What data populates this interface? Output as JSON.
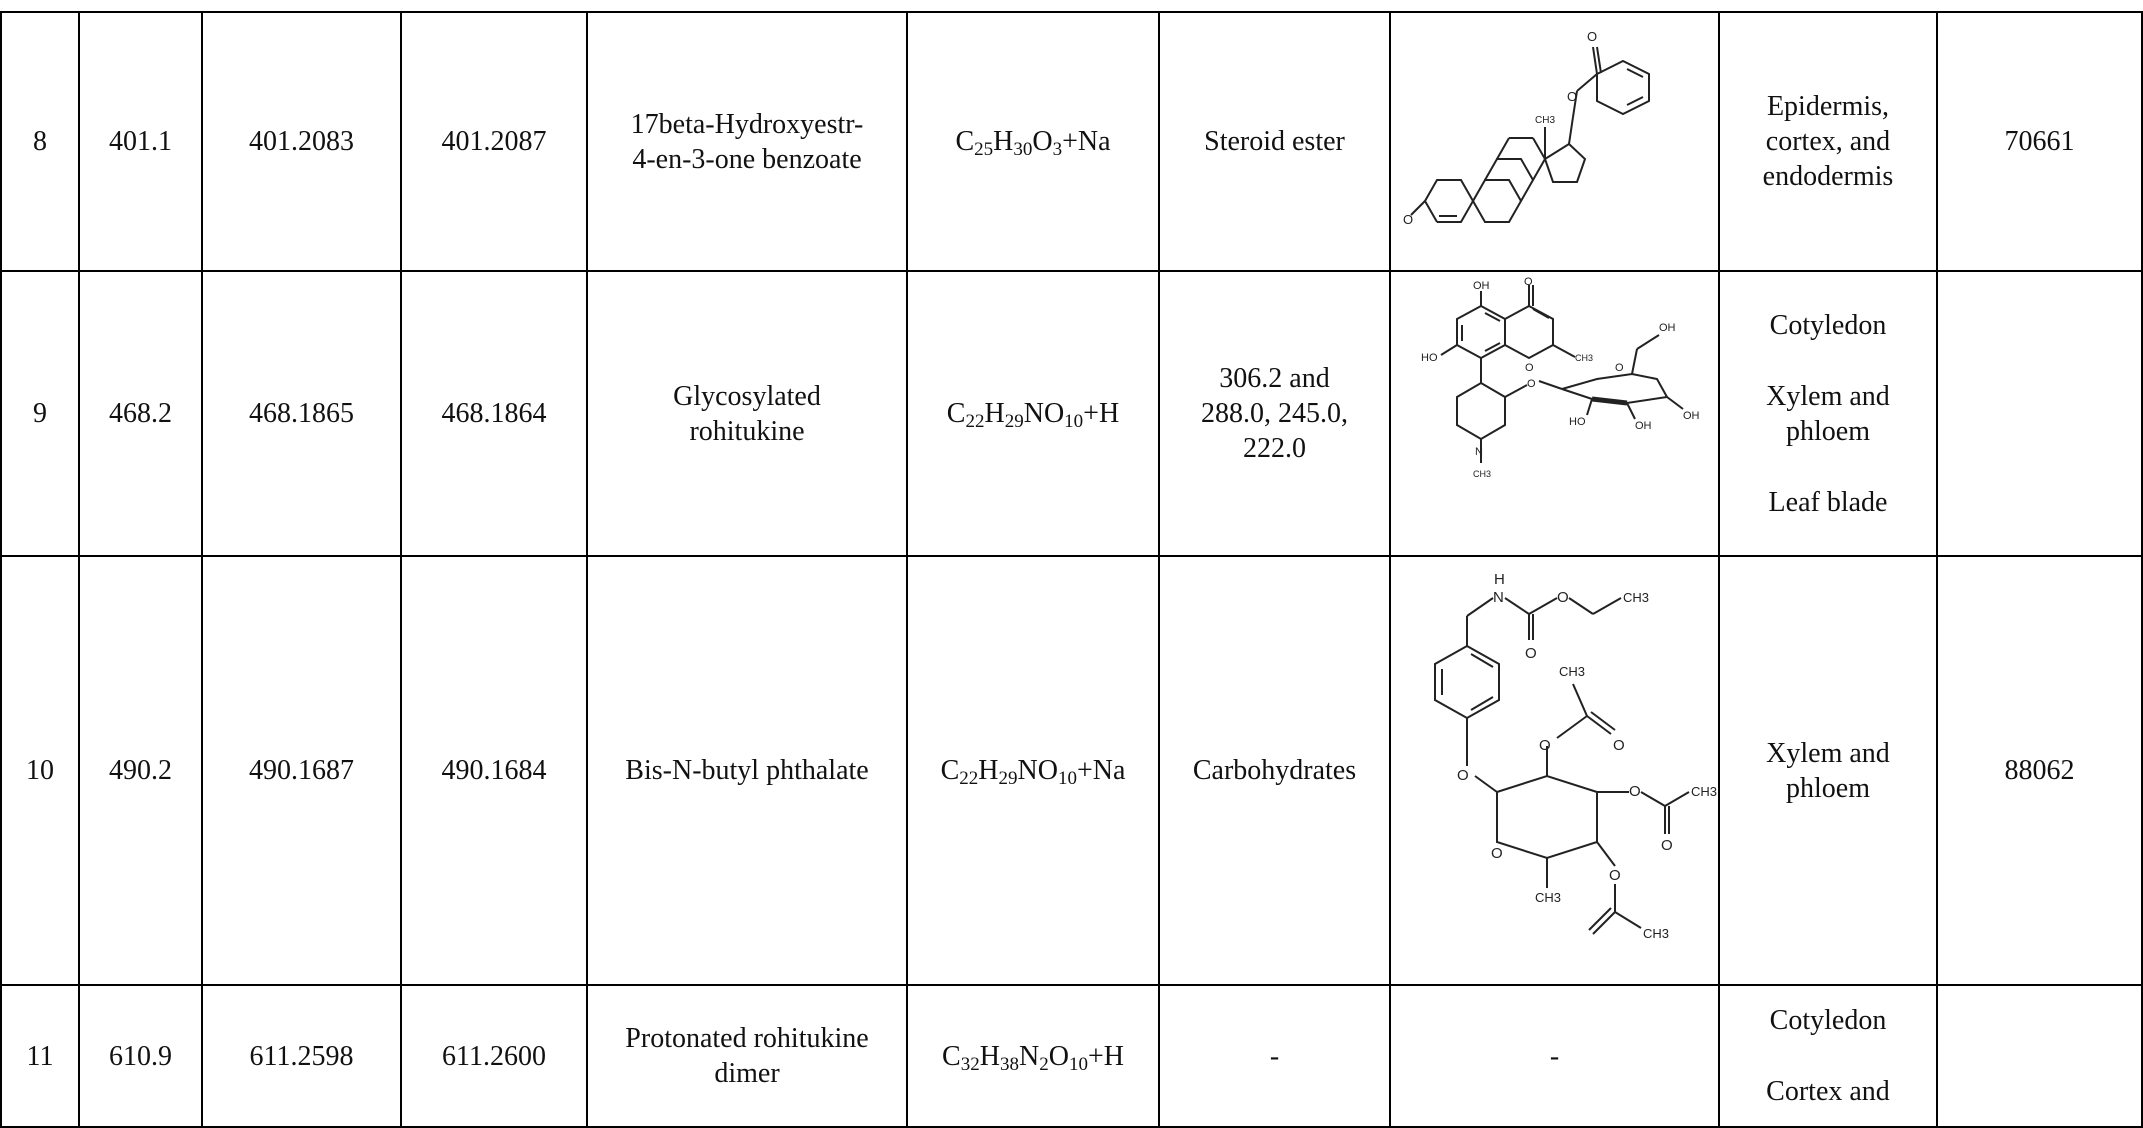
{
  "rows": [
    {
      "no": "8",
      "observed_mz": "401.1",
      "calc_mz": "401.2083",
      "exact_mz": "401.2087",
      "compound": [
        "17beta-Hydroxyestr-",
        "4-en-3-one benzoate"
      ],
      "formula": [
        {
          "t": "C"
        },
        {
          "t": "25",
          "sub": true
        },
        {
          "t": "H"
        },
        {
          "t": "30",
          "sub": true
        },
        {
          "t": "O"
        },
        {
          "t": "3",
          "sub": true
        },
        {
          "t": "+Na"
        }
      ],
      "class": [
        "Steroid ester"
      ],
      "structure": {
        "labels": [
          "O",
          "O",
          "CH3",
          "O"
        ]
      },
      "tissue": [
        {
          "lines": [
            "Epidermis,",
            "cortex, and",
            "endodermis"
          ]
        }
      ],
      "id": "70661"
    },
    {
      "no": "9",
      "observed_mz": "468.2",
      "calc_mz": "468.1865",
      "exact_mz": "468.1864",
      "compound": [
        "Glycosylated",
        "rohitukine"
      ],
      "formula": [
        {
          "t": "C"
        },
        {
          "t": "22",
          "sub": true
        },
        {
          "t": "H"
        },
        {
          "t": "29",
          "sub": true
        },
        {
          "t": "NO"
        },
        {
          "t": "10",
          "sub": true
        },
        {
          "t": "+H"
        }
      ],
      "class": [
        "306.2 and",
        "288.0, 245.0,",
        "222.0"
      ],
      "structure": {
        "labels": [
          "OH",
          "O",
          "HO",
          "O",
          "CH3",
          "O",
          "O",
          "OH",
          "HO",
          "OH",
          "OH",
          "N",
          "CH3"
        ]
      },
      "tissue": [
        {
          "lines": [
            "Cotyledon"
          ]
        },
        {
          "lines": [
            "Xylem and",
            "phloem"
          ]
        },
        {
          "lines": [
            "Leaf blade"
          ]
        }
      ],
      "id": ""
    },
    {
      "no": "10",
      "observed_mz": "490.2",
      "calc_mz": "490.1687",
      "exact_mz": "490.1684",
      "compound": [
        "Bis-N-butyl phthalate"
      ],
      "formula": [
        {
          "t": "C"
        },
        {
          "t": "22",
          "sub": true
        },
        {
          "t": "H"
        },
        {
          "t": "29",
          "sub": true
        },
        {
          "t": "NO"
        },
        {
          "t": "10",
          "sub": true
        },
        {
          "t": "+Na"
        }
      ],
      "class": [
        "Carbohydrates"
      ],
      "structure": {
        "labels": [
          "H",
          "N",
          "O",
          "CH3",
          "O",
          "CH3",
          "O",
          "O",
          "O",
          "CH3",
          "O",
          "O",
          "O",
          "CH3",
          "O",
          "CH3"
        ]
      },
      "tissue": [
        {
          "lines": [
            "Xylem and",
            "phloem"
          ]
        }
      ],
      "id": "88062"
    },
    {
      "no": "11",
      "observed_mz": "610.9",
      "calc_mz": "611.2598",
      "exact_mz": "611.2600",
      "compound": [
        "Protonated rohitukine",
        "dimer"
      ],
      "formula": [
        {
          "t": "C"
        },
        {
          "t": "32",
          "sub": true
        },
        {
          "t": "H"
        },
        {
          "t": "38",
          "sub": true
        },
        {
          "t": "N"
        },
        {
          "t": "2",
          "sub": true
        },
        {
          "t": "O"
        },
        {
          "t": "10",
          "sub": true
        },
        {
          "t": "+H"
        }
      ],
      "class": [
        "-"
      ],
      "structure": {
        "text": "-"
      },
      "tissue": [
        {
          "lines": [
            "Cotyledon"
          ]
        },
        {
          "lines": [
            "Cortex and"
          ]
        }
      ],
      "id": ""
    }
  ]
}
